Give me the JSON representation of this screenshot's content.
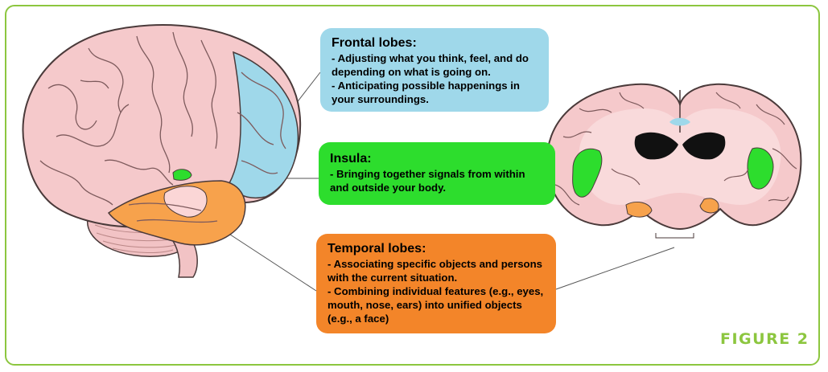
{
  "figure_label": "FIGURE 2",
  "colors": {
    "frame": "#8cc63f",
    "frontal": "#9fd8ea",
    "insula": "#2ddd2d",
    "temporal": "#f38529",
    "brain_tissue": "#f5c9cb",
    "brain_outline": "#4a3a3a"
  },
  "boxes": {
    "frontal": {
      "title": "Frontal lobes:",
      "bullets": [
        "- Adjusting what you think, feel, and do depending on what is going on.",
        "- Anticipating possible happenings in your surroundings."
      ]
    },
    "insula": {
      "title": "Insula:",
      "bullets": [
        "- Bringing together signals from within and outside your body."
      ]
    },
    "temporal": {
      "title": "Temporal lobes:",
      "bullets": [
        "- Associating specific objects and persons with the current situation.",
        "- Combining individual features (e.g., eyes, mouth, nose, ears) into unified objects (e.g., a face)"
      ]
    }
  }
}
